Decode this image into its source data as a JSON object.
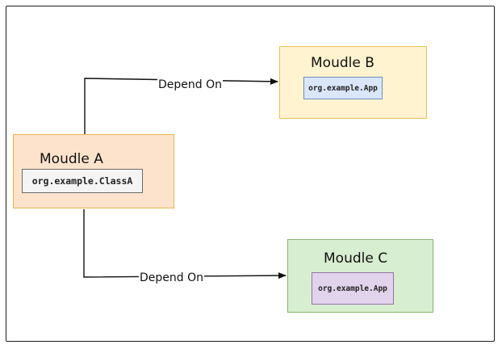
{
  "modules": {
    "a": {
      "title": "Moudle A",
      "class_name": "org.example.ClassA",
      "fill": "#fde3cc",
      "stroke": "#e6b64c"
    },
    "b": {
      "title": "Moudle B",
      "class_name": "org.example.App",
      "fill": "#fff3d0",
      "stroke": "#e6c454",
      "class_fill": "#dae7fb"
    },
    "c": {
      "title": "Moudle C",
      "class_name": "org.example.App",
      "fill": "#d8eed1",
      "stroke": "#86b86a",
      "class_fill": "#e1d3ec"
    }
  },
  "edges": [
    {
      "label": "Depend On",
      "from": "Moudle A",
      "to": "Moudle B"
    },
    {
      "label": "Depend On",
      "from": "Moudle A",
      "to": "Moudle C"
    }
  ]
}
